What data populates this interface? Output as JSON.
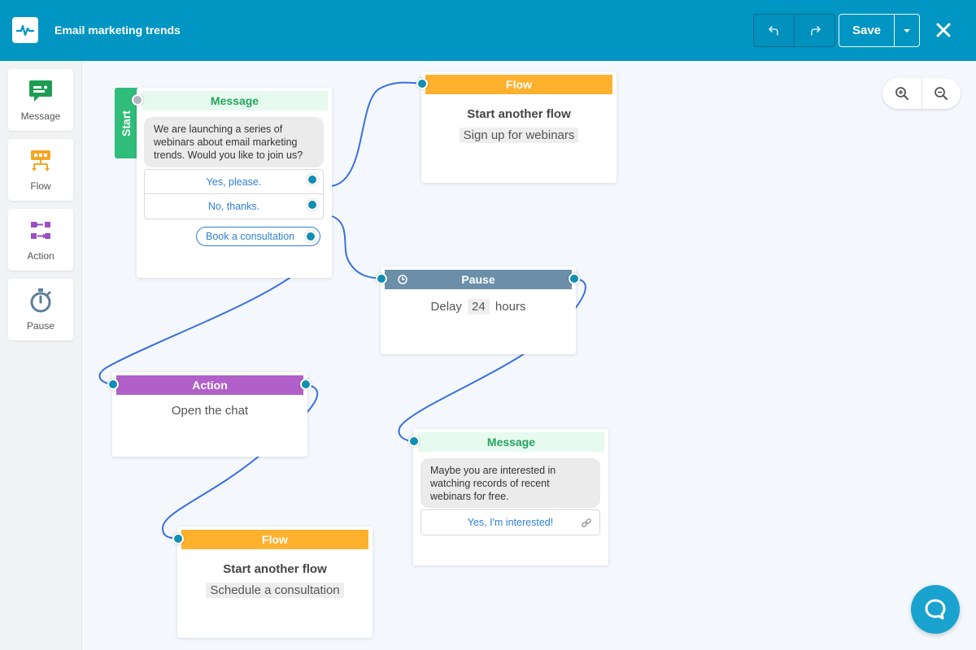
{
  "header": {
    "title": "Email marketing trends",
    "save_label": "Save"
  },
  "sidebar": {
    "items": [
      {
        "label": "Message",
        "icon": "message-icon",
        "color": "#1e9c54"
      },
      {
        "label": "Flow",
        "icon": "flow-icon",
        "color": "#f5a623"
      },
      {
        "label": "Action",
        "icon": "action-icon",
        "color": "#9b4fc0"
      },
      {
        "label": "Pause",
        "icon": "stopwatch-icon",
        "color": "#5d7f99"
      }
    ]
  },
  "canvas": {
    "start_label": "Start",
    "message1": {
      "banner": "Message",
      "text": "We are launching a series of webinars about email marketing trends. Would you like to join us?",
      "replies": [
        "Yes, please.",
        "No, thanks."
      ],
      "button": "Book a consultation"
    },
    "flow1": {
      "banner": "Flow",
      "title": "Start another flow",
      "target": "Sign up for webinars"
    },
    "pause": {
      "banner": "Pause",
      "delay_prefix": "Delay",
      "delay_value": "24",
      "delay_unit": "hours"
    },
    "action": {
      "banner": "Action",
      "text": "Open the chat"
    },
    "message2": {
      "banner": "Message",
      "text": "Maybe you are interested in watching records of recent webinars for free.",
      "reply": "Yes, I'm interested!"
    },
    "flow2": {
      "banner": "Flow",
      "title": "Start another flow",
      "target": "Schedule a consultation"
    }
  },
  "colors": {
    "header": "#0095c2",
    "flow": "#ffb12e",
    "message": "#27a35e",
    "pause": "#6b8fa8",
    "action": "#b060c8",
    "wire": "#3b6fe0",
    "port": "#0f8fb3"
  }
}
